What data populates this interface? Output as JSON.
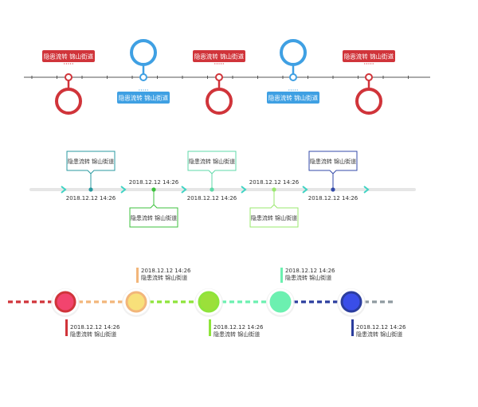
{
  "row1": {
    "colors": {
      "red": "#d0343a",
      "blue": "#3fa0e3",
      "axis": "#555555"
    },
    "items": [
      {
        "label": "隐患流转 锦山街道",
        "color": "red",
        "position": "top"
      },
      {
        "label": "隐患流转 锦山街道",
        "color": "blue",
        "position": "bottom"
      },
      {
        "label": "隐患流转 锦山街道",
        "color": "red",
        "position": "top"
      },
      {
        "label": "隐患流转 锦山街道",
        "color": "blue",
        "position": "bottom"
      },
      {
        "label": "隐患流转 锦山街道",
        "color": "red",
        "position": "top"
      }
    ]
  },
  "row2": {
    "colors": {
      "track": "#e6e6e6",
      "chevron": "#3fd3c3"
    },
    "items": [
      {
        "label": "隐患流转 锦山街道",
        "date": "2018.12.12  14:26",
        "color": "#2a9aa0",
        "position": "top"
      },
      {
        "label": "隐患流转 锦山街道",
        "date": "2018.12.12  14:26",
        "color": "#3cc23c",
        "position": "bottom"
      },
      {
        "label": "隐患流转 锦山街道",
        "date": "2018.12.12  14:26",
        "color": "#5fd9a9",
        "position": "top"
      },
      {
        "label": "隐患流转 锦山街道",
        "date": "2018.12.12  14:26",
        "color": "#9ae86e",
        "position": "bottom"
      },
      {
        "label": "隐患流转 锦山街道",
        "date": "2018.12.12  14:26",
        "color": "#334aa8",
        "position": "top"
      }
    ]
  },
  "row3": {
    "colors": {
      "tail": "#8f9aa0",
      "text": "#333333"
    },
    "items": [
      {
        "date": "2018.12.12  14:26",
        "label": "隐患流转 锦山街道",
        "ring": "#ffffff",
        "fill": "#f2446e",
        "accent": "#d0343a",
        "position": "bottom"
      },
      {
        "date": "2018.12.12  14:26",
        "label": "隐患流转 锦山街道",
        "ring": "#ffffff",
        "fill": "#f8e07a",
        "accent": "#f2b67a",
        "position": "top"
      },
      {
        "date": "2018.12.12  14:26",
        "label": "隐患流转 锦山街道",
        "ring": "#ffffff",
        "fill": "#9be03a",
        "accent": "#8ee43a",
        "position": "bottom"
      },
      {
        "date": "2018.12.12  14:26",
        "label": "隐患流转 锦山街道",
        "ring": "#ffffff",
        "fill": "#6cf0b0",
        "accent": "#6cf0b0",
        "position": "top"
      },
      {
        "date": "2018.12.12  14:26",
        "label": "隐患流转 锦山街道",
        "ring": "#ffffff",
        "fill": "#3a4ee8",
        "accent": "#2b3d9e",
        "position": "bottom"
      }
    ]
  }
}
